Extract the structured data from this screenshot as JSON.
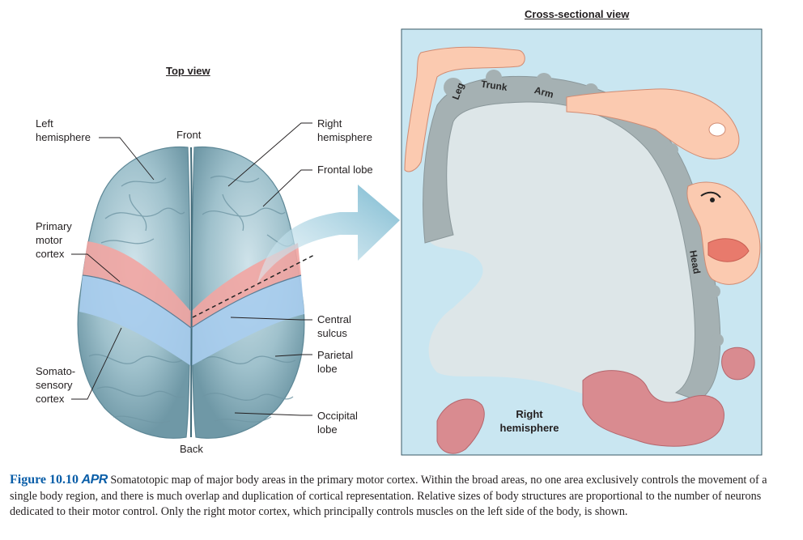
{
  "top_view": {
    "title": "Top view",
    "labels": {
      "left_hemisphere": "Left\nhemisphere",
      "front": "Front",
      "right_hemisphere": "Right\nhemisphere",
      "frontal_lobe": "Frontal lobe",
      "primary_motor_cortex": "Primary\nmotor\ncortex",
      "central_sulcus": "Central\nsulcus",
      "parietal_lobe": "Parietal\nlobe",
      "somatosensory_cortex": "Somato-\nsensory\ncortex",
      "occipital_lobe": "Occipital\nlobe",
      "back": "Back"
    }
  },
  "cross_section": {
    "title": "Cross-sectional view",
    "body_labels": {
      "leg": "Leg",
      "trunk": "Trunk",
      "arm": "Arm",
      "head": "Head"
    },
    "hemisphere_label": "Right\nhemisphere"
  },
  "caption": {
    "figure_number": "Figure 10.10",
    "badge": "APR",
    "text": "Somatotopic map of major body areas in the primary motor cortex. Within the broad areas, no one area exclusively controls the movement of a single body region, and there is much overlap and duplication of cortical representation. Relative sizes of body structures are proportional to the number of neurons dedicated to their motor control. Only the right motor cortex, which principally controls muscles on the left side of the body, is shown."
  },
  "colors": {
    "brain_blue": "#a9cbd6",
    "motor_pink": "#f2a5a2",
    "sensory_blue": "#a8cdee",
    "panel_bg": "#c9e6f1",
    "cortex_gray": "#a5b1b3",
    "skin": "#fbcab0",
    "caption_blue": "#0a5ea8"
  }
}
